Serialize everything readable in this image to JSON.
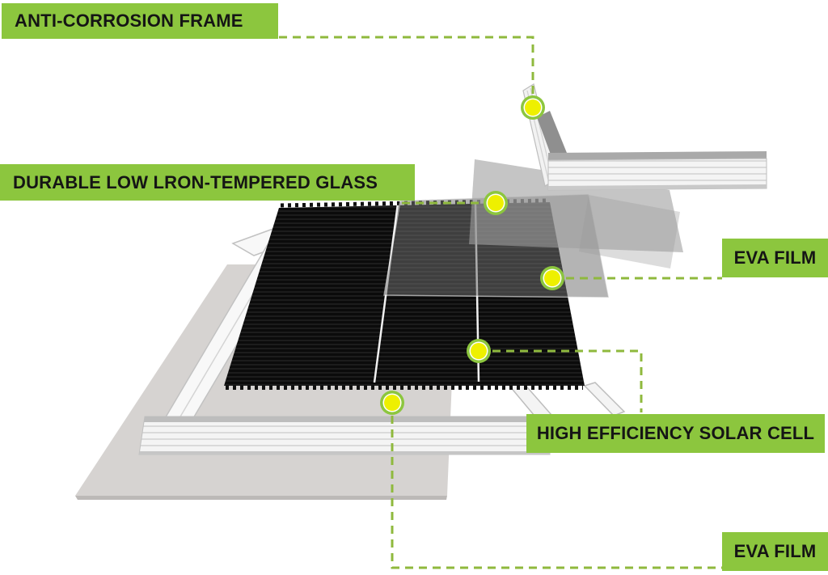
{
  "diagram": {
    "type": "exploded-view",
    "subject": "solar-panel-construction-layers",
    "callouts": [
      {
        "id": "frame",
        "label": "ANTI-CORROSION FRAME"
      },
      {
        "id": "glass",
        "label": "DURABLE LOW LRON-TEMPERED GLASS"
      },
      {
        "id": "eva_top",
        "label": "EVA FILM"
      },
      {
        "id": "cell",
        "label": "HIGH EFFICIENCY SOLAR CELL"
      },
      {
        "id": "eva_bottom",
        "label": "EVA FILM"
      }
    ],
    "parts": [
      "anti-corrosion-frame-corner",
      "tempered-glass-sheet",
      "eva-film-sheet-top",
      "solar-cell-array",
      "eva-film-backsheet",
      "assembled-frame-rails"
    ]
  },
  "colors": {
    "label_background": "#8cc63e",
    "label_text": "#151515",
    "connector_dash": "#8fb93d",
    "marker_ring": "#8cc63e",
    "marker_fill": "#eef000",
    "cell_black": "#0b0b0b",
    "backsheet_gray": "#d6d3d1",
    "frame_white": "#f6f6f6"
  }
}
